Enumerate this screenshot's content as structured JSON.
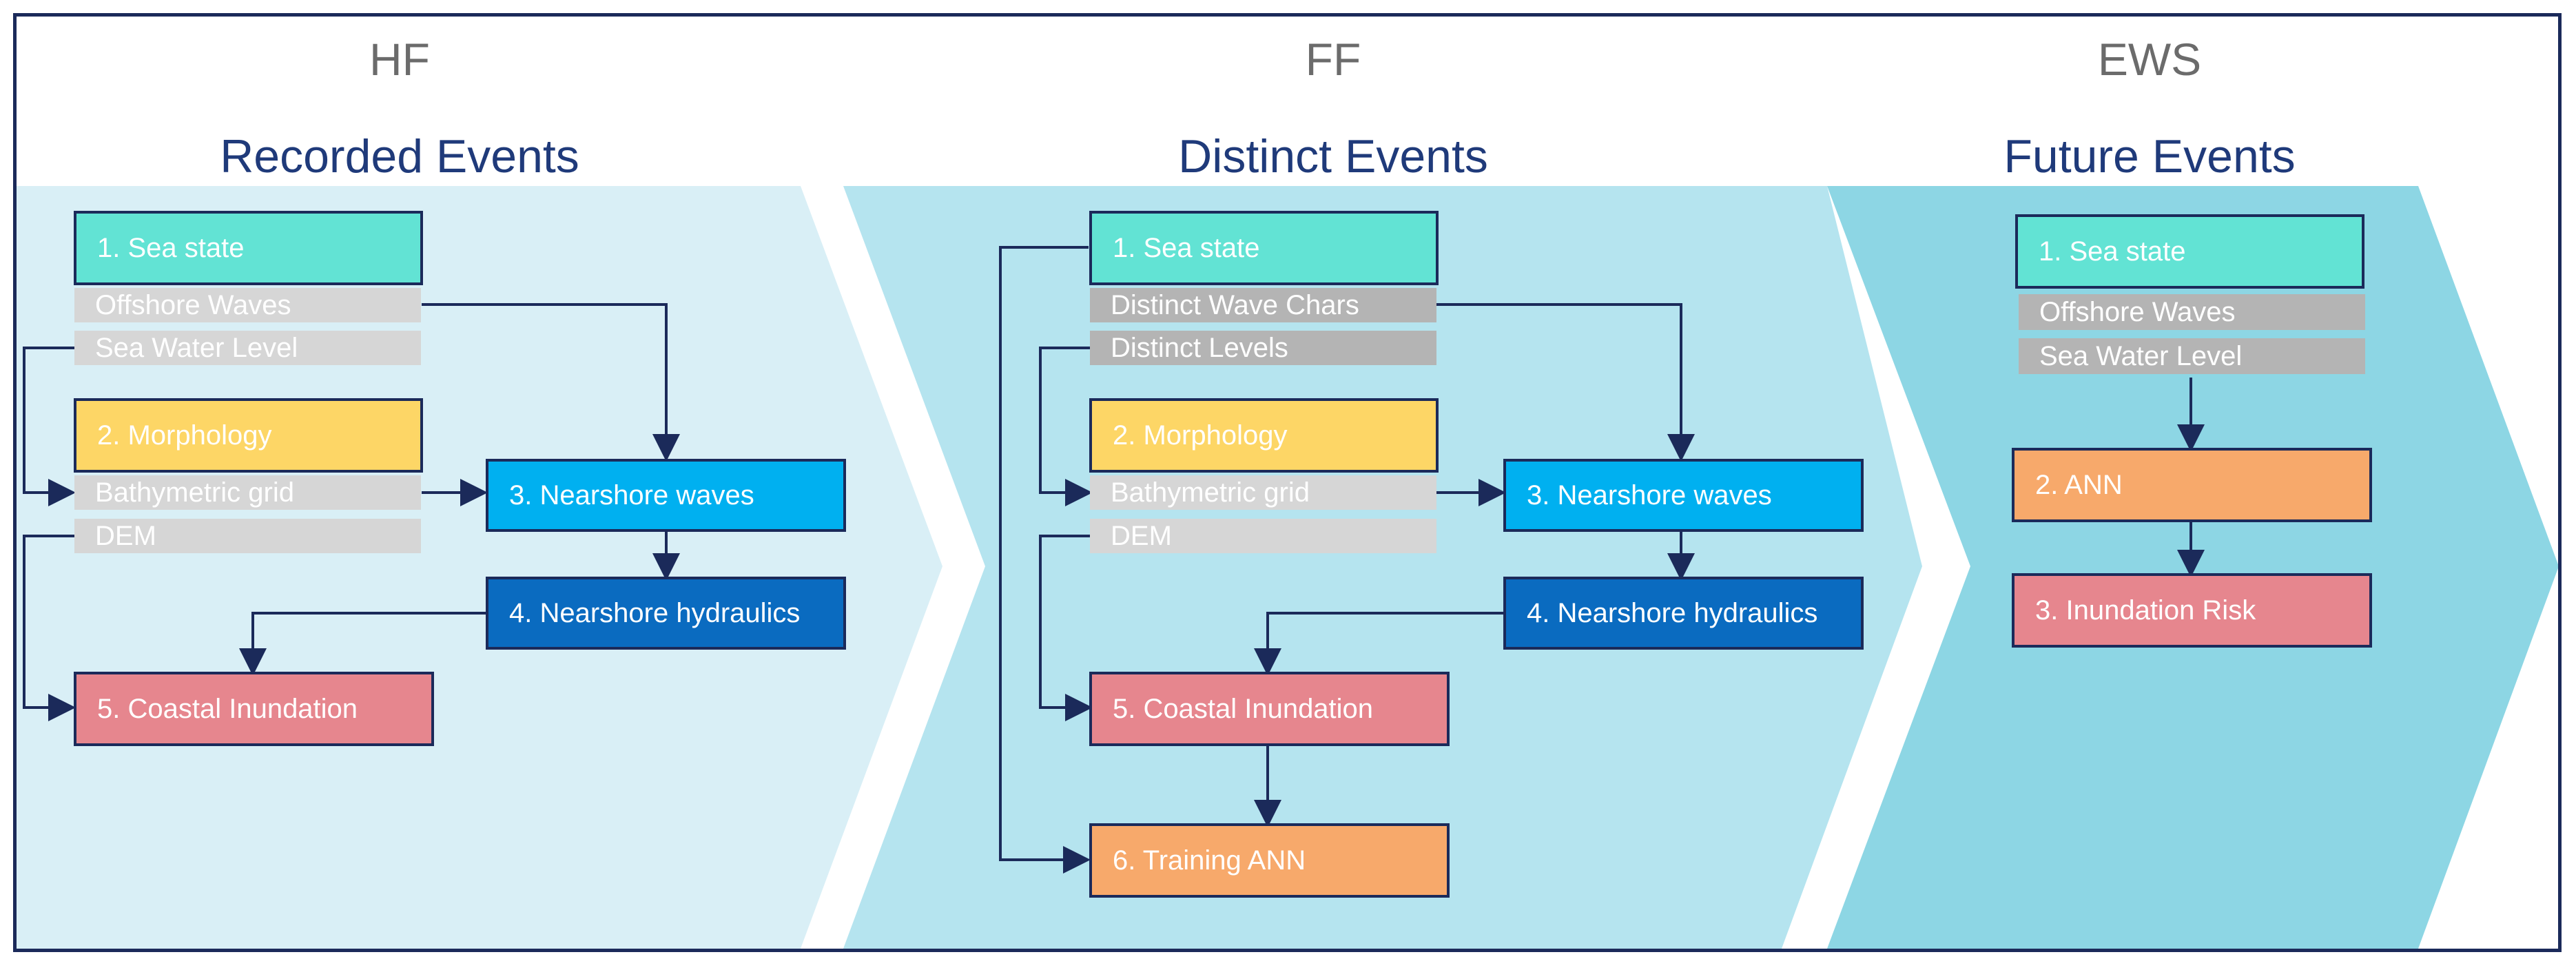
{
  "columns": [
    {
      "abbr": "HF",
      "title": "Recorded Events"
    },
    {
      "abbr": "FF",
      "title": "Distinct Events"
    },
    {
      "abbr": "EWS",
      "title": "Future Events"
    }
  ],
  "hf": {
    "sea_state": "1. Sea state",
    "offshore_waves": "Offshore Waves",
    "sea_water_level": "Sea Water Level",
    "morphology": "2. Morphology",
    "bathymetric_grid": "Bathymetric grid",
    "dem": "DEM",
    "nearshore_waves": "3. Nearshore waves",
    "nearshore_hydraulics": "4. Nearshore hydraulics",
    "coastal_inundation": "5. Coastal Inundation"
  },
  "ff": {
    "sea_state": "1. Sea state",
    "distinct_wave_chars": "Distinct Wave Chars",
    "distinct_levels": "Distinct Levels",
    "morphology": "2. Morphology",
    "bathymetric_grid": "Bathymetric grid",
    "dem": "DEM",
    "nearshore_waves": "3. Nearshore waves",
    "nearshore_hydraulics": "4. Nearshore hydraulics",
    "coastal_inundation": "5. Coastal Inundation",
    "training_ann": "6. Training ANN"
  },
  "ews": {
    "sea_state": "1. Sea state",
    "offshore_waves": "Offshore Waves",
    "sea_water_level": "Sea Water Level",
    "ann": "2. ANN",
    "inundation_risk": "3. Inundation Risk"
  },
  "colors": {
    "panel_hf": "#d9eff6",
    "panel_ff": "#b5e4ef",
    "panel_ews": "#8dd6e4",
    "arrow": "#1b2a5a",
    "title": "#1f3a7a"
  }
}
